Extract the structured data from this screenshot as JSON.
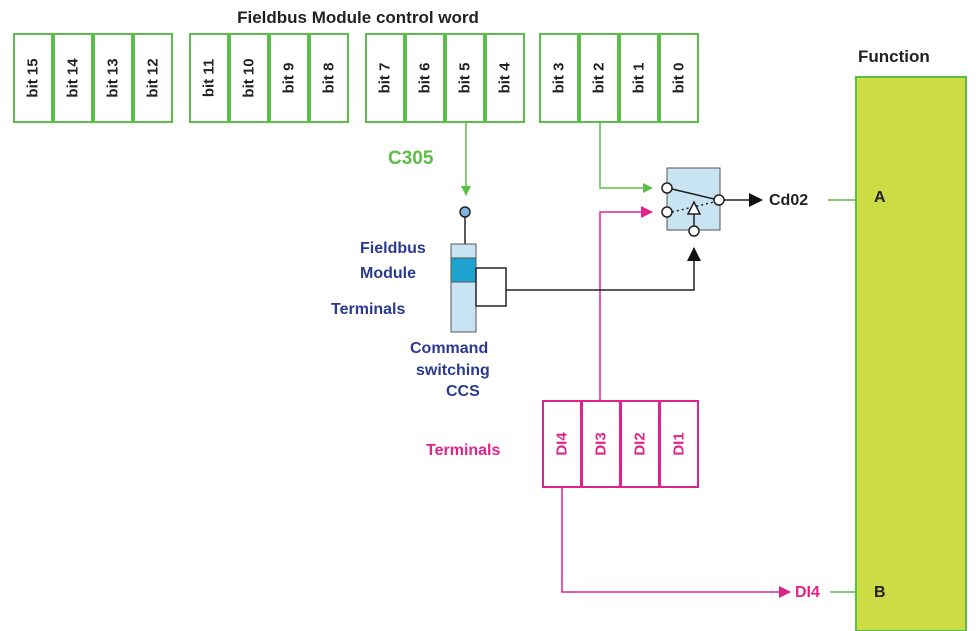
{
  "title": "Fieldbus Module control word",
  "function_title": "Function",
  "bits": [
    "bit 15",
    "bit 14",
    "bit 13",
    "bit 12",
    "bit 11",
    "bit 10",
    "bit 9",
    "bit 8",
    "bit 7",
    "bit 6",
    "bit 5",
    "bit 4",
    "bit 3",
    "bit 2",
    "bit 1",
    "bit 0"
  ],
  "param_c305": "C305",
  "ccs": {
    "fieldbus_label_1": "Fieldbus",
    "fieldbus_label_2": "Module",
    "terminals_label": "Terminals",
    "command_1": "Command",
    "command_2": "switching",
    "command_3": "CCS"
  },
  "terminals_label": "Terminals",
  "di_cells": [
    "DI4",
    "DI3",
    "DI2",
    "DI1"
  ],
  "output_cd02": "Cd02",
  "output_di4": "DI4",
  "function_inputs": {
    "a": "A",
    "b": "B"
  },
  "colors": {
    "green": "#5bbf47",
    "pink": "#e0238a",
    "blue": "#2b3a8f",
    "function_fill": "#cddc45",
    "switch_fill": "#c8e4f2"
  }
}
